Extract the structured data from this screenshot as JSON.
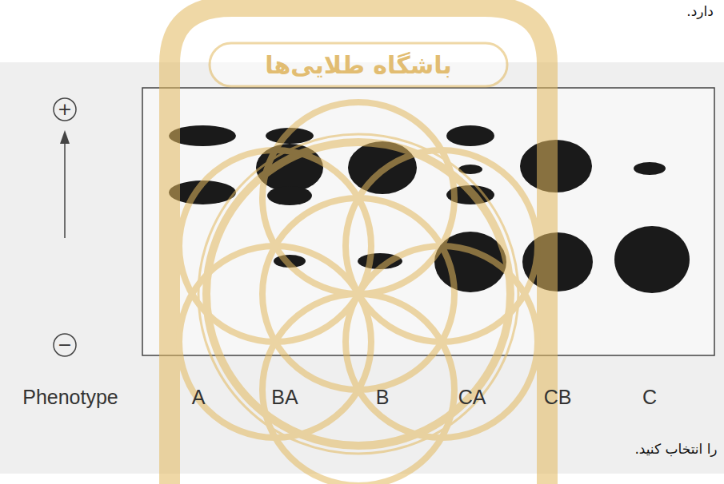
{
  "diagram": {
    "labels": [
      "دارد.",
      "+",
      "−",
      "Phenotype",
      "A",
      "BA",
      "B",
      "CA",
      "CB",
      "C",
      "را انتخاب کنید.",
      "باشگاه طلایی‌ها"
    ]
  }
}
